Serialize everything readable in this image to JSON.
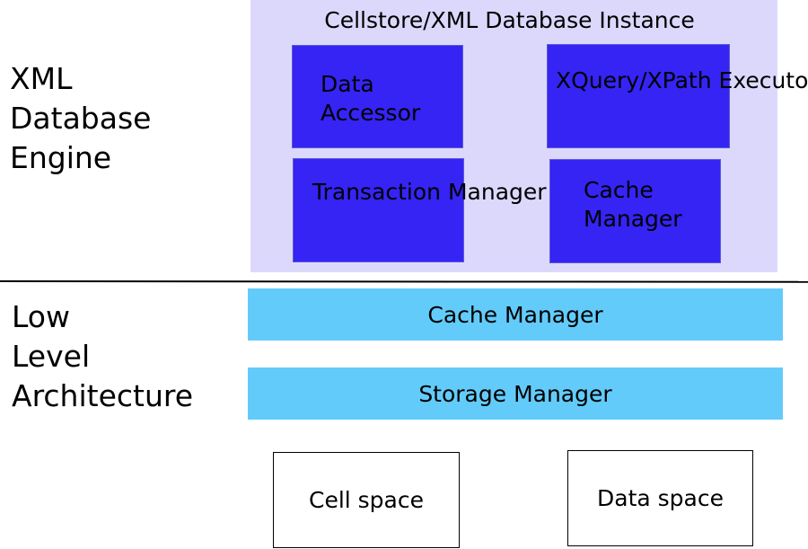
{
  "colors": {
    "instance_panel": "#dcd8fc",
    "module_fill": "#3524f3",
    "layer_fill": "#63cbfa",
    "divider": "#000000"
  },
  "layers": {
    "engine_label": "XML\nDatabase\nEngine",
    "low_level_label": "Low\nLevel\nArchitecture"
  },
  "instance": {
    "title": "Cellstore/XML Database Instance",
    "modules": {
      "data_accessor": "Data\nAccessor",
      "xquery_executor": "XQuery/XPath\nExecutor",
      "transaction_manager": "Transaction\nManager",
      "cache_manager": "Cache\nManager"
    }
  },
  "low_level": {
    "cache_manager": "Cache Manager",
    "storage_manager": "Storage Manager",
    "cell_space": "Cell space",
    "data_space": "Data space"
  }
}
